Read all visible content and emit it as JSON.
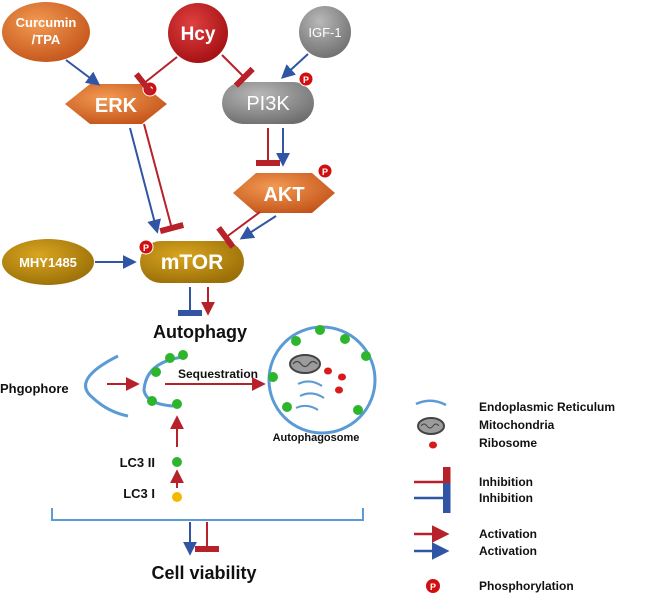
{
  "nodes": {
    "curcumin": {
      "line1": "Curcumin",
      "line2": "/TPA"
    },
    "hcy": "Hcy",
    "igf1": "IGF-1",
    "erk": "ERK",
    "pi3k": "PI3K",
    "akt": "AKT",
    "mhy1485": "MHY1485",
    "mtor": "mTOR"
  },
  "phospho_badge": "P",
  "labels": {
    "autophagy": "Autophagy",
    "phagophore": "Phgophore",
    "sequestration": "Sequestration",
    "autophagosome": "Autophagosome",
    "lc3_ii": "LC3 II",
    "lc3_i": "LC3 I",
    "cell_viability": "Cell viability"
  },
  "legend": {
    "er": "Endoplasmic Reticulum",
    "mitochondria": "Mitochondria",
    "ribosome": "Ribosome",
    "inhibition_red": "Inhibition",
    "inhibition_blue": "Inhibition",
    "activation_red": "Activation",
    "activation_blue": "Activation",
    "phosphorylation": "Phosphorylation"
  },
  "colors": {
    "orange": "#d6672a",
    "hcy_red": "#c01c1e",
    "gray": "#8c8c8c",
    "mtor_gold": "#b8860b",
    "arrow_red": "#b7212a",
    "arrow_blue": "#2f55a4",
    "membrane": "#5b9bd5",
    "lc3_green": "#2db52d",
    "lc3_yellow": "#f5b800"
  }
}
